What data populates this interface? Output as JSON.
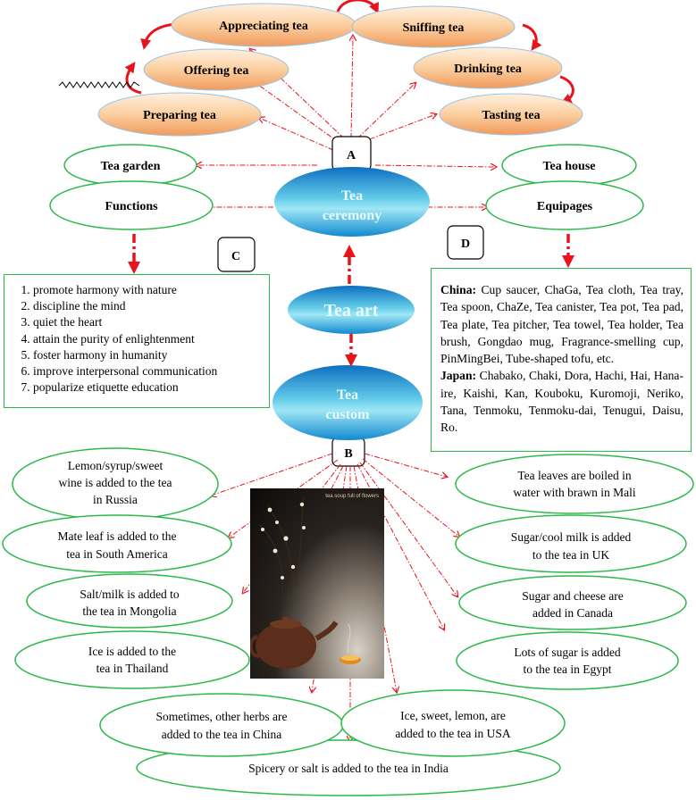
{
  "ceremony_steps": {
    "appreciating": "Appreciating tea",
    "sniffing": "Sniffing tea",
    "offering": "Offering tea",
    "drinking": "Drinking tea",
    "preparing": "Preparing tea",
    "tasting": "Tasting tea"
  },
  "labels": {
    "a": "A",
    "b": "B",
    "c": "C",
    "d": "D"
  },
  "ceremony_aspects": {
    "tea_garden": "Tea garden",
    "tea_house": "Tea house",
    "functions": "Functions",
    "equipages": "Equipages"
  },
  "center": {
    "ceremony_line1": "Tea",
    "ceremony_line2": "ceremony",
    "art": "Tea art",
    "custom_line1": "Tea",
    "custom_line2": "custom"
  },
  "functions_list": [
    "promote harmony with nature",
    "discipline the mind",
    "quiet the heart",
    "attain the purity of enlightenment",
    "foster harmony in humanity",
    "improve interpersonal communication",
    "popularize etiquette education"
  ],
  "equipages": {
    "china_label": "China:",
    "china_items": "Cup saucer, ChaGa, Tea cloth, Tea tray, Tea spoon, ChaZe, Tea canister, Tea pot, Tea pad, Tea plate, Tea pitcher, Tea towel, Tea holder, Tea brush, Gongdao mug, Fragrance-smelling cup, PinMingBei, Tube-shaped tofu, etc.",
    "japan_label": "Japan:",
    "japan_items": "Chabako, Chaki, Dora, Hachi, Hai, Hana-ire, Kaishi, Kan, Kouboku, Kuromoji, Neriko, Tana, Tenmoku, Tenmoku-dai, Tenugui, Daisu, Ro."
  },
  "customs": {
    "russia": [
      "Lemon/syrup/sweet",
      "wine is added to the tea",
      "in Russia"
    ],
    "mali": [
      "Tea leaves are boiled in",
      "water with brawn in Mali"
    ],
    "south_america": [
      "Mate leaf is added to the",
      "tea in South America"
    ],
    "uk": [
      "Sugar/cool milk is added",
      "to the tea in UK"
    ],
    "mongolia": [
      "Salt/milk is added to",
      "the tea in Mongolia"
    ],
    "canada": [
      "Sugar and cheese are",
      "added in Canada"
    ],
    "thailand": [
      "Ice is added to the",
      "tea in Thailand"
    ],
    "egypt": [
      "Lots of sugar is added",
      "to the tea in Egypt"
    ],
    "china": [
      "Sometimes, other herbs are",
      "added to the tea in China"
    ],
    "usa": [
      "Ice, sweet, lemon, are",
      "added to the tea in USA"
    ],
    "india": [
      "Spicery or salt is added to the tea in India"
    ]
  },
  "photo_caption": "tea soup full of flowers",
  "colors": {
    "red": "#e8141c",
    "green_outline": "#2db84a",
    "orange_light": "#fde3c6",
    "orange_dark": "#f4a064",
    "blue_light": "#8fe2f2",
    "blue_dark": "#0f78c6"
  }
}
